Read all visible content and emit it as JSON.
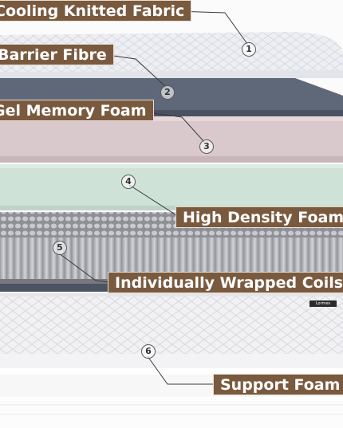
{
  "layers": [
    {
      "number": "1",
      "label": "Cooling Knitted Fabric"
    },
    {
      "number": "2",
      "label": "Barrier Fibre"
    },
    {
      "number": "3",
      "label": "Gel Memory Foam"
    },
    {
      "number": "4",
      "label": "High Density Foam"
    },
    {
      "number": "5",
      "label": "Individually Wrapped Coils"
    },
    {
      "number": "6",
      "label": "Support Foam"
    }
  ],
  "brand_tag": "Lormes",
  "colors": {
    "label_bg": "#7a5a3f",
    "label_text": "#ffffff",
    "barrier": "#5f6878",
    "memory_foam": "#d9c9cc",
    "high_density": "#cfe2d8",
    "coils": "#a3a5ab"
  }
}
